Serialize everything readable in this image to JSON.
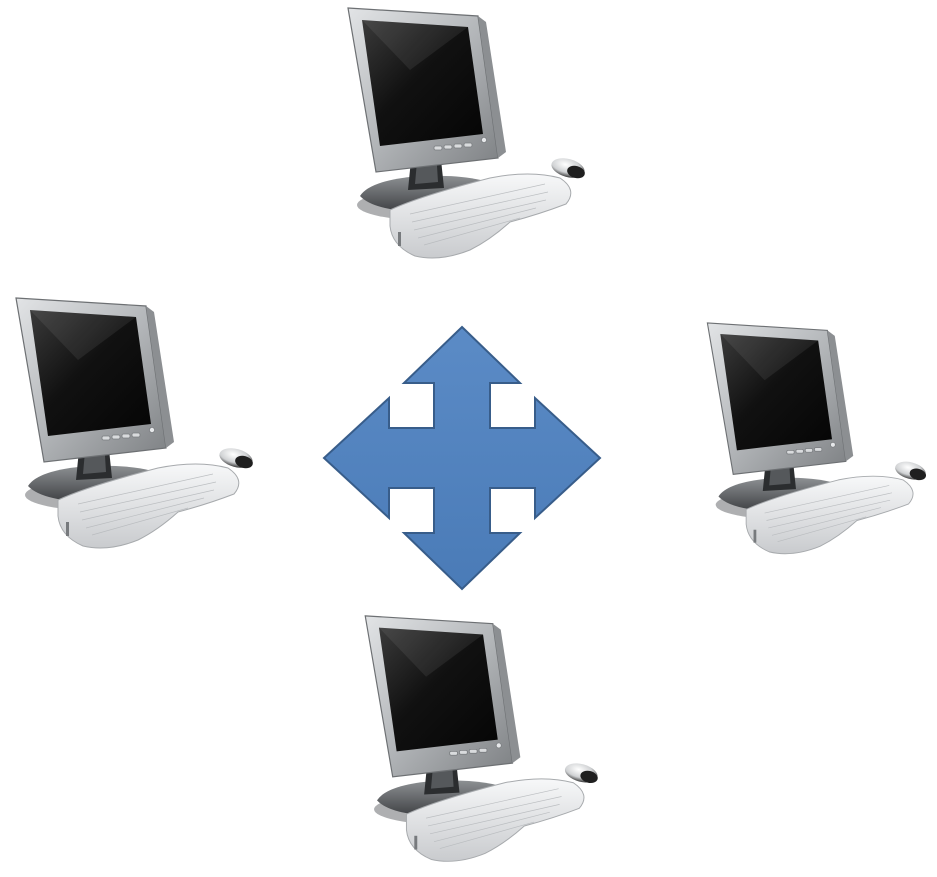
{
  "diagram": {
    "nodes": [
      {
        "id": "top",
        "kind": "computer",
        "icon": "desktop-computer-icon"
      },
      {
        "id": "left",
        "kind": "computer",
        "icon": "desktop-computer-icon"
      },
      {
        "id": "right",
        "kind": "computer",
        "icon": "desktop-computer-icon"
      },
      {
        "id": "bottom",
        "kind": "computer",
        "icon": "desktop-computer-icon"
      }
    ],
    "hub": {
      "kind": "four-way-arrow",
      "icon": "four-way-arrow-icon"
    },
    "colors": {
      "background": "#ffffff",
      "arrow_fill": "#4f81bd",
      "arrow_stroke": "#385d8a",
      "monitor_frame": "#b9bcbf",
      "screen": "#0d0d0d",
      "keyboard": "#e9eaec"
    }
  }
}
